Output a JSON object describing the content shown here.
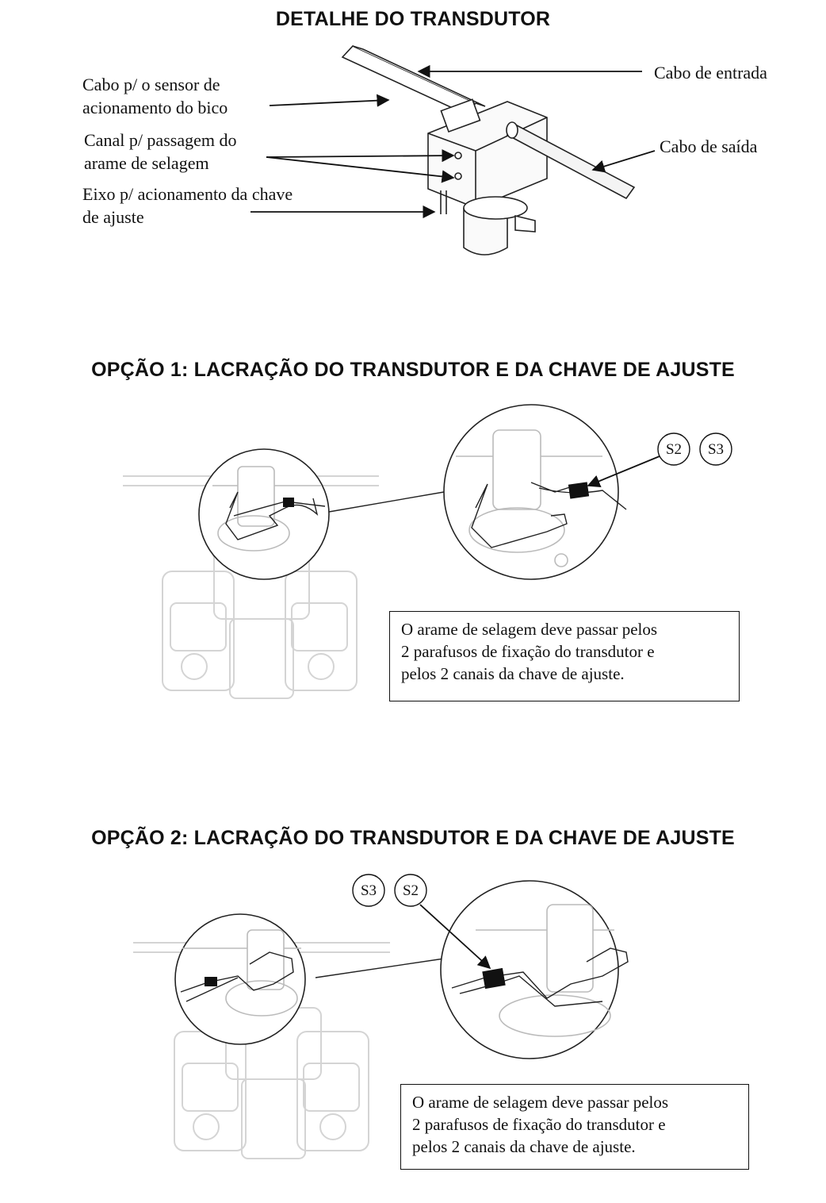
{
  "section1": {
    "title": "DETALHE DO TRANSDUTOR",
    "labels": {
      "cable_sensor": "Cabo p/ o sensor de\nacionamento do bico",
      "seal_channel": "Canal p/ passagem do\narame de selagem",
      "adjust_axis": "Eixo p/ acionamento da chave\nde ajuste",
      "cable_in": "Cabo de entrada",
      "cable_out": "Cabo de saída"
    }
  },
  "section2": {
    "title": "OPÇÃO 1: LACRAÇÃO DO TRANSDUTOR E DA CHAVE DE AJUSTE",
    "seals": [
      "S2",
      "S3"
    ],
    "note": "O arame de selagem deve passar pelos\n2 parafusos de fixação do transdutor e\npelos 2 canais da chave de ajuste."
  },
  "section3": {
    "title": "OPÇÃO 2: LACRAÇÃO DO TRANSDUTOR E DA CHAVE DE AJUSTE",
    "seals": [
      "S3",
      "S2"
    ],
    "note": "O arame de selagem deve passar pelos\n2 parafusos de fixação do transdutor e\npelos 2 canais da chave de ajuste."
  }
}
